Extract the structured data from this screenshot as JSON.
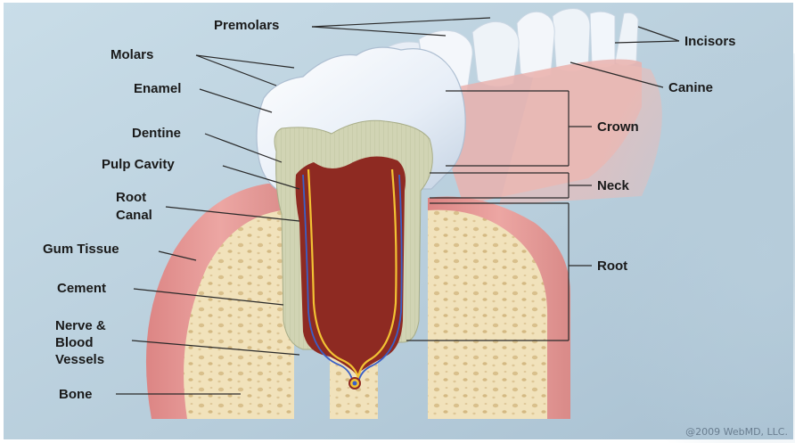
{
  "labels": {
    "premolars": "Premolars",
    "molars": "Molars",
    "enamel": "Enamel",
    "dentine": "Dentine",
    "pulp_cavity": "Pulp Cavity",
    "root_canal_line1": "Root",
    "root_canal_line2": "Canal",
    "gum_tissue": "Gum Tissue",
    "cement": "Cement",
    "nerve_line1": "Nerve &",
    "nerve_line2": "Blood",
    "nerve_line3": "Vessels",
    "bone": "Bone",
    "incisors": "Incisors",
    "canine": "Canine",
    "crown": "Crown",
    "neck": "Neck",
    "root": "Root"
  },
  "credit": "@2009 WebMD, LLC.",
  "colors": {
    "background": "#b8cedb",
    "gum": "#e79c9a",
    "bone": "#f1e2bb",
    "enamel": "#eef3fa",
    "dentine": "#d3d6b6",
    "pulp": "#8e2a22",
    "nerve": "#f2c233",
    "vessel": "#3a5fc7"
  }
}
